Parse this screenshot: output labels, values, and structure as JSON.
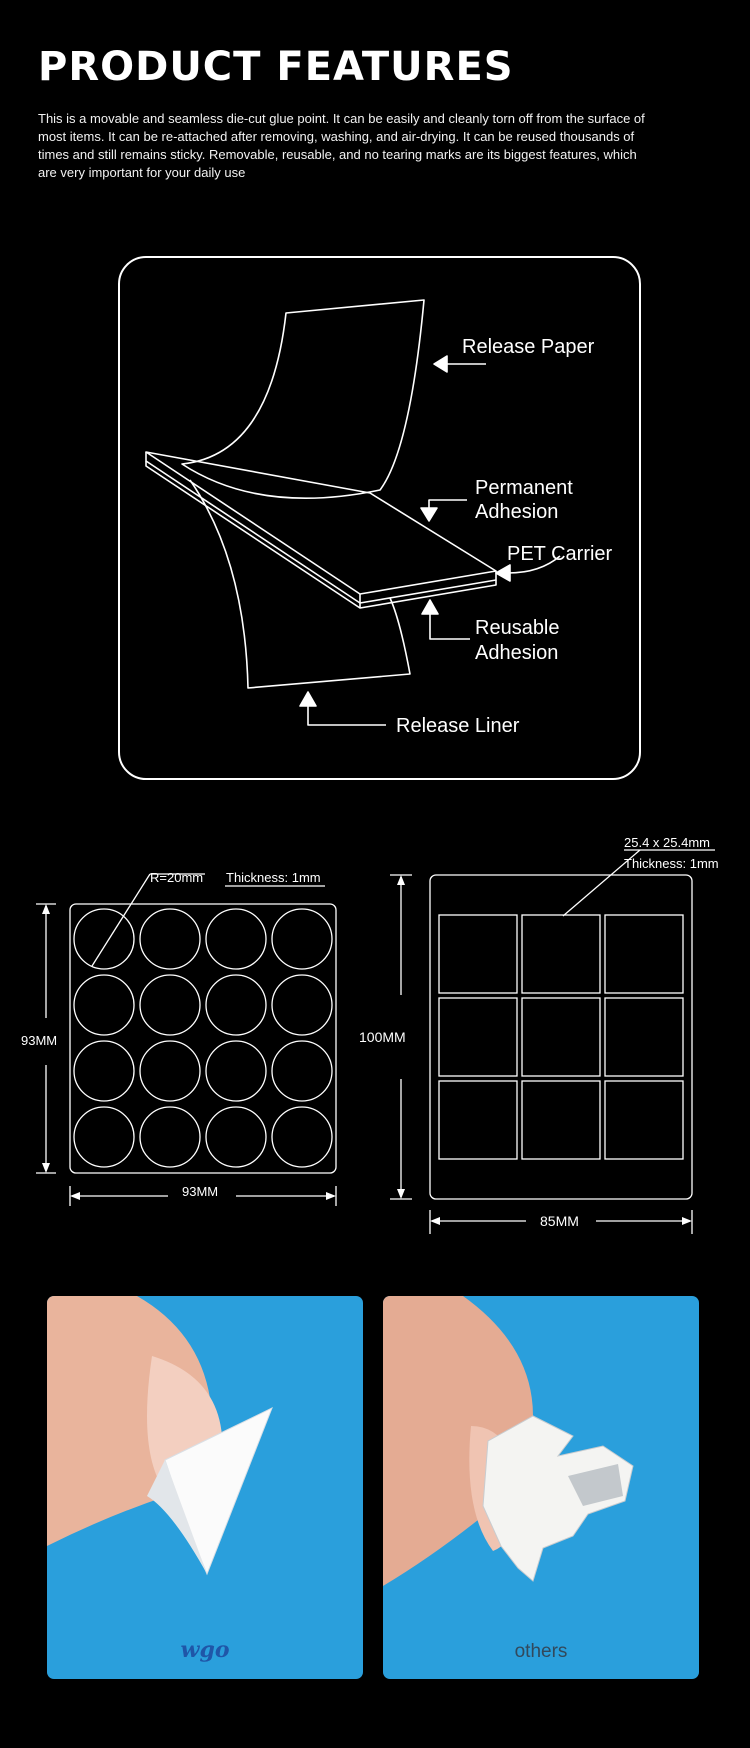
{
  "header": {
    "title": "PRODUCT FEATURES",
    "description": "This is a movable and seamless die-cut glue point. It can be easily and cleanly torn off from the surface of most items. It can be re-attached after removing, washing, and air-drying. It can be reused thousands of times and still remains sticky. Removable, reusable, and no tearing marks are its biggest features, which are very important for your daily use"
  },
  "layers": {
    "release_paper": "Release Paper",
    "permanent_adhesion_1": "Permanent",
    "permanent_adhesion_2": "Adhesion",
    "pet_carrier": "PET Carrier",
    "reusable_adhesion_1": "Reusable",
    "reusable_adhesion_2": "Adhesion",
    "release_liner": "Release Liner"
  },
  "round_sheet": {
    "radius_label": "R=20mm",
    "thickness_label": "Thickness: 1mm",
    "height_label": "93MM",
    "width_label": "93MM"
  },
  "square_sheet": {
    "size_label": "25.4 x 25.4mm",
    "thickness_label": "Thickness: 1mm",
    "height_label": "100MM",
    "width_label": "85MM"
  },
  "comparison": {
    "left_brand": "wgo",
    "right_label": "others"
  }
}
